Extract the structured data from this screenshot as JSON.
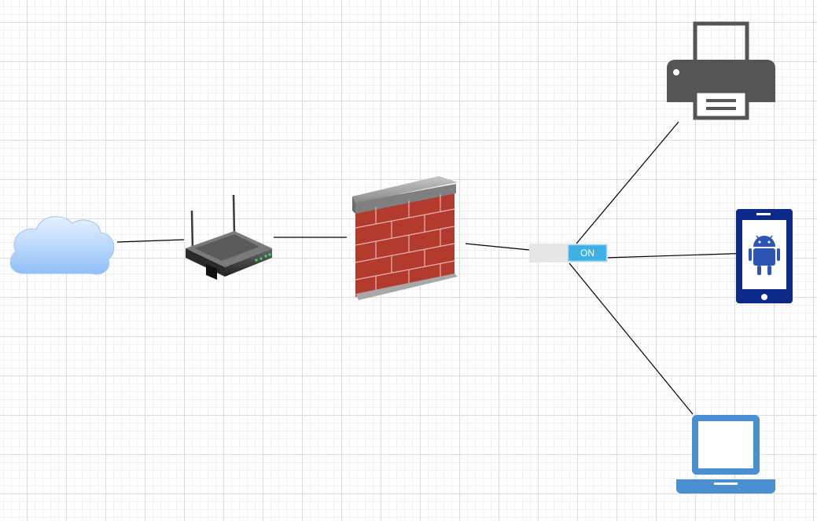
{
  "diagram": {
    "nodes": [
      {
        "id": "cloud",
        "icon": "cloud-icon"
      },
      {
        "id": "router",
        "icon": "wireless-router-icon"
      },
      {
        "id": "firewall",
        "icon": "firewall-icon"
      },
      {
        "id": "switch",
        "icon": "toggle-switch-icon"
      },
      {
        "id": "printer",
        "icon": "printer-icon"
      },
      {
        "id": "mobile",
        "icon": "android-phone-icon"
      },
      {
        "id": "laptop",
        "icon": "laptop-icon"
      }
    ],
    "edges": [
      {
        "from": "cloud",
        "to": "router"
      },
      {
        "from": "router",
        "to": "firewall"
      },
      {
        "from": "firewall",
        "to": "switch"
      },
      {
        "from": "switch",
        "to": "printer"
      },
      {
        "from": "switch",
        "to": "mobile"
      },
      {
        "from": "switch",
        "to": "laptop"
      }
    ],
    "switch": {
      "state_label": "ON",
      "state": "on"
    }
  },
  "colors": {
    "cloud": "#a8cdfa",
    "router_body": "#3a3a3a",
    "firewall_brick": "#c0392b",
    "firewall_cap": "#9e9e9e",
    "switch_on": "#3fb0e4",
    "switch_track": "#e6e6e6",
    "printer": "#555555",
    "mobile": "#0b2a8a",
    "android": "#2b56b3",
    "laptop": "#4a8fd0",
    "connector": "#000000"
  }
}
